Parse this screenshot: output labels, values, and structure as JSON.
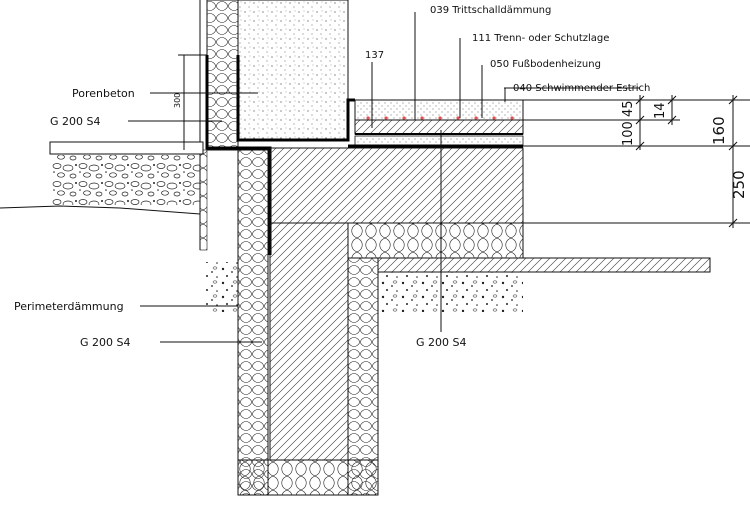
{
  "labels": {
    "porenbeton": "Porenbeton",
    "g200s4_top": "G 200 S4",
    "perimeter": "Perimeterdämmung",
    "g200s4_left": "G 200 S4",
    "g200s4_right": "G 200 S4",
    "l039": "039  Trittschalldämmung",
    "l111": "111  Trenn- oder Schutzlage",
    "l050": "050  Fußbodenheizung",
    "l040": "040  Schwimmender Estrich",
    "l137": "137",
    "l300": "300"
  },
  "dimensions": {
    "d160": "160",
    "d250": "250",
    "d100": "100",
    "d45": "45",
    "d14": "14"
  }
}
